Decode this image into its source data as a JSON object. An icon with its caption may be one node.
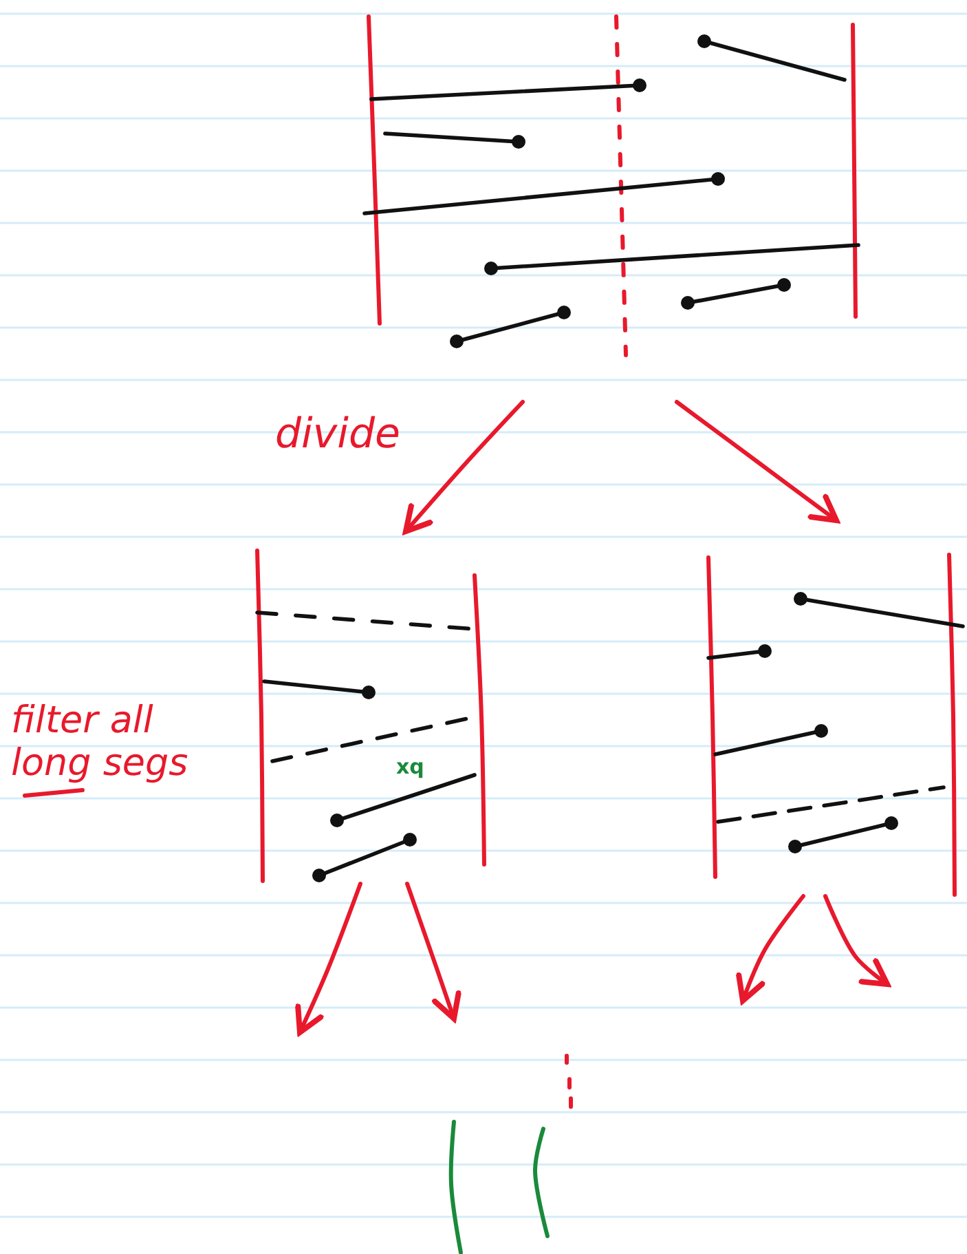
{
  "diagram": {
    "nodes": [
      {
        "text": [],
        "shape": "picture"
      },
      {
        "text": [],
        "shape": "picture"
      },
      {
        "text": [],
        "shape": "picture"
      },
      {
        "text": [],
        "shape": "picture"
      }
    ],
    "edges": [
      {
        "from": 0,
        "to": 1,
        "arrow": "to",
        "label": "divide"
      },
      {
        "from": 0,
        "to": 2,
        "arrow": "to"
      },
      {
        "from": 1,
        "to": null,
        "arrow": "to"
      },
      {
        "from": 1,
        "to": null,
        "arrow": "to"
      },
      {
        "from": 2,
        "to": null,
        "arrow": "to"
      },
      {
        "from": 2,
        "to": null,
        "arrow": "to"
      }
    ],
    "labels": [
      "filter all long segs",
      "xq"
    ]
  }
}
